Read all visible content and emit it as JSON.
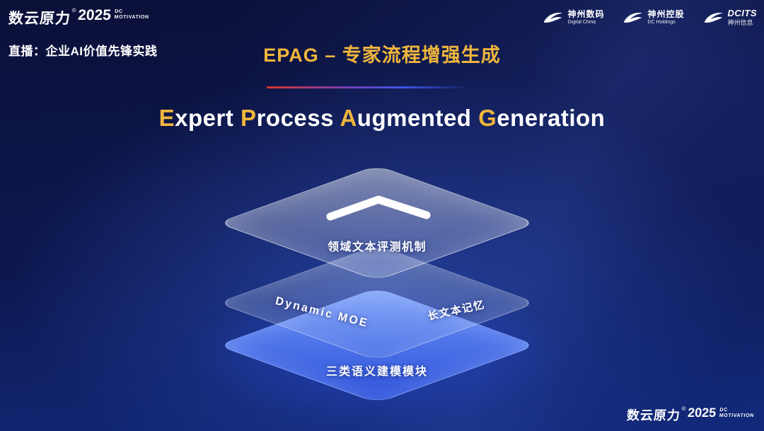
{
  "colors": {
    "accent": "#f0b63c",
    "layer_blue": "#2b4fd8",
    "background_navy": "#0d1850"
  },
  "header": {
    "brand": {
      "name": "数云原力",
      "reg": "®",
      "year": "2025",
      "sub1": "DC",
      "sub2": "MOTIVATION"
    },
    "live_label": "直播：企业AI价值先锋实践",
    "title": "EPAG – 专家流程增强生成",
    "logos": [
      {
        "cn": "神州数码",
        "en": "Digital China"
      },
      {
        "cn": "神州控股",
        "en": "DC Holdings"
      },
      {
        "cn": "DCITS",
        "en": "神州信息"
      }
    ]
  },
  "heading": {
    "words": [
      "Expert",
      "Process",
      "Augmented",
      "Generation"
    ]
  },
  "diagram": {
    "layers": [
      {
        "id": "top",
        "icon": "chevron-up-icon",
        "label": "领域文本评测机制"
      },
      {
        "id": "middle",
        "label_left": "Dynamic MOE",
        "label_right": "长文本记忆"
      },
      {
        "id": "bottom",
        "label": "三类语义建模模块"
      }
    ]
  },
  "footer": {
    "brand": {
      "name": "数云原力",
      "reg": "®",
      "year": "2025",
      "sub1": "DC",
      "sub2": "MOTIVATION"
    }
  }
}
